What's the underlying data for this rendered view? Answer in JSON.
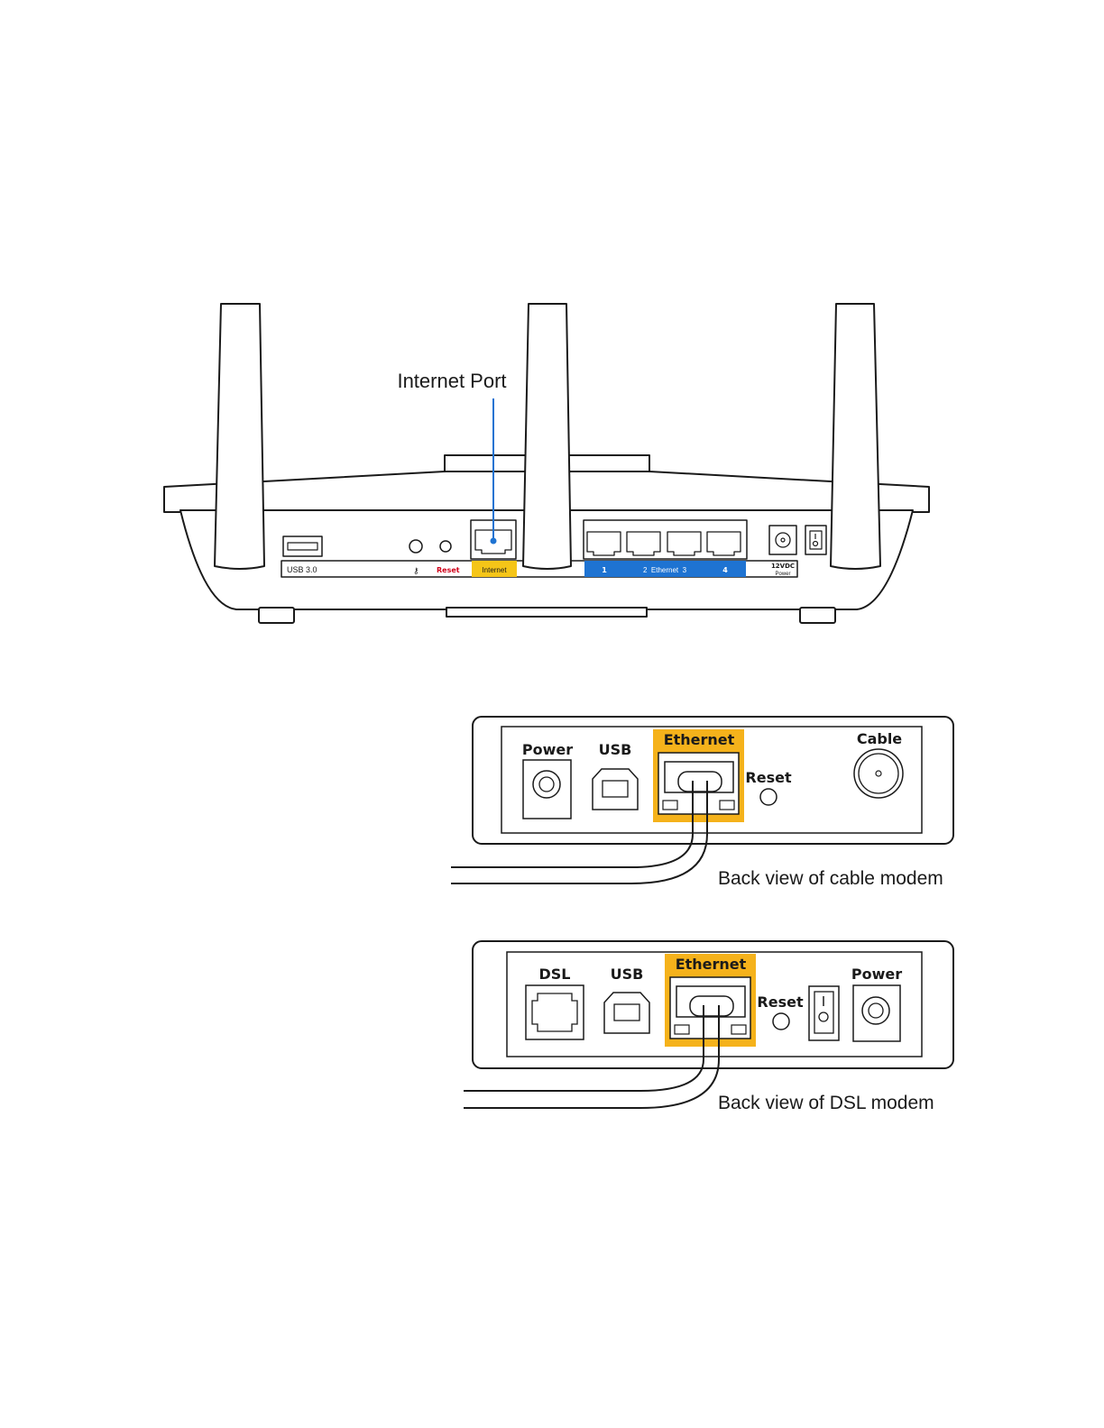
{
  "router": {
    "callout_label": "Internet Port",
    "usb_label": "USB 3.0",
    "reset_label": "Reset",
    "internet_label": "Internet",
    "eth_port_1": "1",
    "eth_middle": "2  Ethernet  3",
    "eth_port_4": "4",
    "power_label_top": "12VDC",
    "power_label_bottom": "Power"
  },
  "cable_modem": {
    "power_label": "Power",
    "usb_label": "USB",
    "ethernet_label": "Ethernet",
    "reset_label": "Reset",
    "cable_label": "Cable",
    "caption": "Back view of cable modem"
  },
  "dsl_modem": {
    "dsl_label": "DSL",
    "usb_label": "USB",
    "ethernet_label": "Ethernet",
    "reset_label": "Reset",
    "power_label": "Power",
    "caption": "Back view of DSL modem"
  },
  "colors": {
    "ethernet_highlight": "#F5B21B",
    "internet_highlight": "#F5C518",
    "ethernet_strip": "#1E73D2",
    "callout_line": "#1E73D2",
    "reset_text": "#D0021B",
    "line": "#1a1a1a"
  }
}
